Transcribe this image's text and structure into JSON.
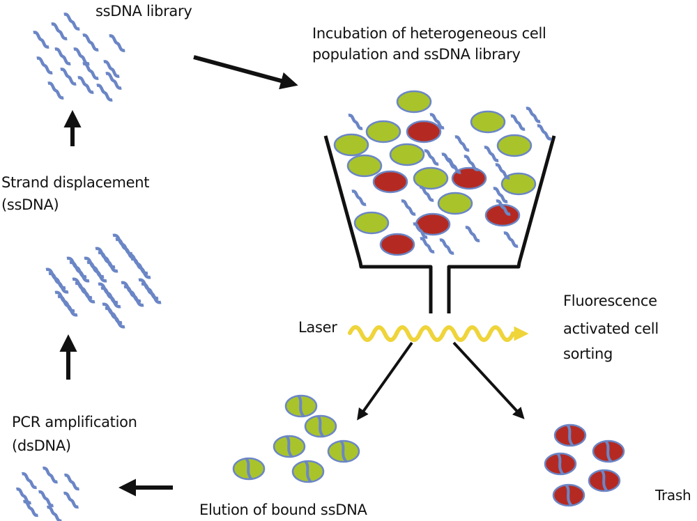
{
  "colors": {
    "dna": "#6b86c6",
    "cell_green": "#a9c42a",
    "cell_red": "#b42a22",
    "cell_outline": "#6b86c6",
    "laser": "#efd43a",
    "arrow": "#111111",
    "funnel": "#111111"
  },
  "labels": {
    "ssdna_library": "ssDNA library",
    "incubation_line1": "Incubation of heterogeneous cell",
    "incubation_line2": "population and ssDNA library",
    "strand_line1": "Strand displacement",
    "strand_line2": "(ssDNA)",
    "laser": "Laser",
    "facs_line1": "Fluorescence",
    "facs_line2": "activated cell",
    "facs_line3": "sorting",
    "pcr_line1": "PCR amplification",
    "pcr_line2": "(dsDNA)",
    "elution": "Elution of bound ssDNA",
    "trash": "Trash"
  },
  "diagram": {
    "nodes": [
      {
        "id": "ssdna-library",
        "label": "ssDNA library"
      },
      {
        "id": "incubation",
        "label": "Incubation of heterogeneous cell population and ssDNA library"
      },
      {
        "id": "facs",
        "label": "Fluorescence activated cell sorting"
      },
      {
        "id": "bound-cells",
        "label": "Elution of bound ssDNA"
      },
      {
        "id": "trash",
        "label": "Trash"
      },
      {
        "id": "pcr",
        "label": "PCR amplification (dsDNA)"
      },
      {
        "id": "strand-displacement",
        "label": "Strand displacement (ssDNA)"
      }
    ],
    "edges": [
      {
        "from": "ssdna-library",
        "to": "incubation"
      },
      {
        "from": "incubation",
        "to": "facs"
      },
      {
        "from": "facs",
        "to": "bound-cells"
      },
      {
        "from": "facs",
        "to": "trash"
      },
      {
        "from": "bound-cells",
        "to": "pcr"
      },
      {
        "from": "pcr",
        "to": "strand-displacement"
      },
      {
        "from": "strand-displacement",
        "to": "ssdna-library"
      }
    ]
  }
}
